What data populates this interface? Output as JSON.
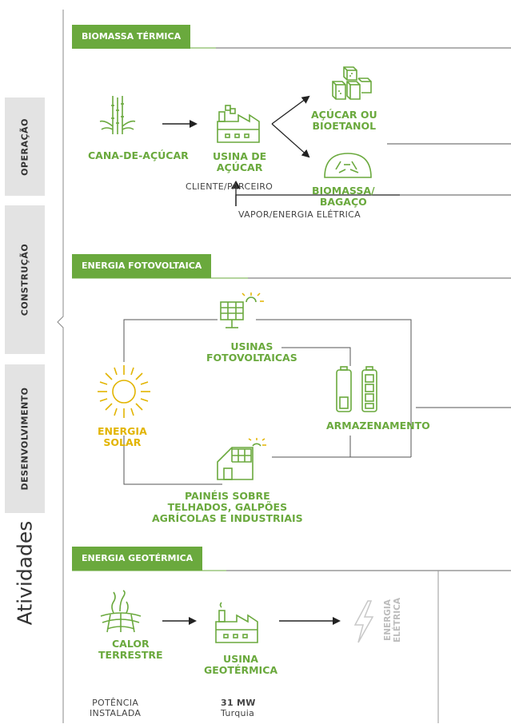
{
  "sidebar": {
    "tabs": [
      {
        "label": "OPERAÇÃO"
      },
      {
        "label": "CONSTRUÇÃO"
      },
      {
        "label": "DESENVOLVIMENTO"
      }
    ],
    "title": "Atividades"
  },
  "sections": {
    "biomass": {
      "header": "BIOMASSA TÉRMICA",
      "cane": "CANA-DE-AÇÚCAR",
      "mill_line1": "USINA DE",
      "mill_line2": "AÇÚCAR",
      "mill_sub": "CLIENTE/PARCEIRO",
      "sugar_line1": "AÇÚCAR OU",
      "sugar_line2": "BIOETANOL",
      "bagasse_line1": "BIOMASSA/",
      "bagasse_line2": "BAGAÇO",
      "return_flow": "VAPOR/ENERGIA ELÉTRICA"
    },
    "solar": {
      "header": "ENERGIA FOTOVOLTAICA",
      "plants_line1": "USINAS",
      "plants_line2": "FOTOVOLTAICAS",
      "sun_line1": "ENERGIA",
      "sun_line2": "SOLAR",
      "storage": "ARMAZENAMENTO",
      "roof_line1": "PAINÉIS SOBRE",
      "roof_line2": "TELHADOS, GALPÕES",
      "roof_line3": "AGRÍCOLAS E INDUSTRIAIS"
    },
    "geo": {
      "header": "ENERGIA GEOTÉRMICA",
      "heat_line1": "CALOR",
      "heat_line2": "TERRESTRE",
      "plant_line1": "USINA",
      "plant_line2": "GEOTÉRMICA",
      "electric_line1": "ENERGIA",
      "electric_line2": "ELÉTRICA",
      "capacity_label_line1": "POTÊNCIA",
      "capacity_label_line2": "INSTALADA",
      "capacity_value": "31 MW",
      "capacity_location": "Turquia"
    }
  },
  "colors": {
    "green": "#6aa93d",
    "yellow": "#e2b400",
    "gray_tab": "#e3e3e3",
    "line": "#555555"
  }
}
